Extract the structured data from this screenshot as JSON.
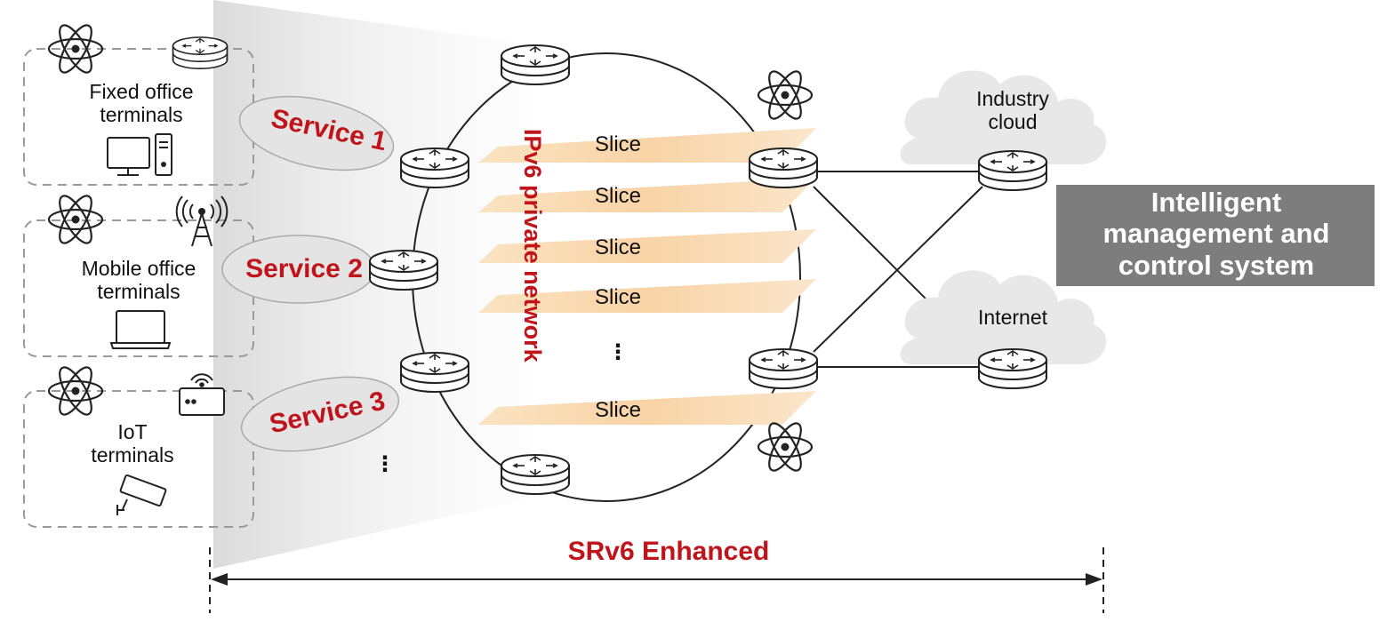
{
  "terminal_groups": [
    {
      "label_line1": "Fixed office",
      "label_line2": "terminals",
      "device": "desktop-computer-icon",
      "top_device": "router-icon"
    },
    {
      "label_line1": "Mobile office",
      "label_line2": "terminals",
      "device": "laptop-icon",
      "top_device": "antenna-tower-icon"
    },
    {
      "label_line1": "IoT",
      "label_line2": "terminals",
      "device": "surveillance-camera-icon",
      "top_device": "wifi-router-icon"
    }
  ],
  "services": [
    "Service 1",
    "Service 2",
    "Service 3"
  ],
  "network_label": "IPv6 private network",
  "slices": [
    "Slice",
    "Slice",
    "Slice",
    "Slice",
    "⋮",
    "Slice"
  ],
  "ring_ellipsis": "⋮",
  "destinations": {
    "cloud_line1": "Industry",
    "cloud_line2": "cloud",
    "internet": "Internet"
  },
  "management": {
    "line1": "Intelligent",
    "line2": "management and",
    "line3": "control system"
  },
  "span_label": "SRv6 Enhanced",
  "colors": {
    "accent_red": "#c0141b",
    "slice_fill": "#fad9b0",
    "management_bg": "#7d7d7d",
    "service_bubble": "#e4e4e4",
    "cloud_fill": "#e8e8e8"
  }
}
